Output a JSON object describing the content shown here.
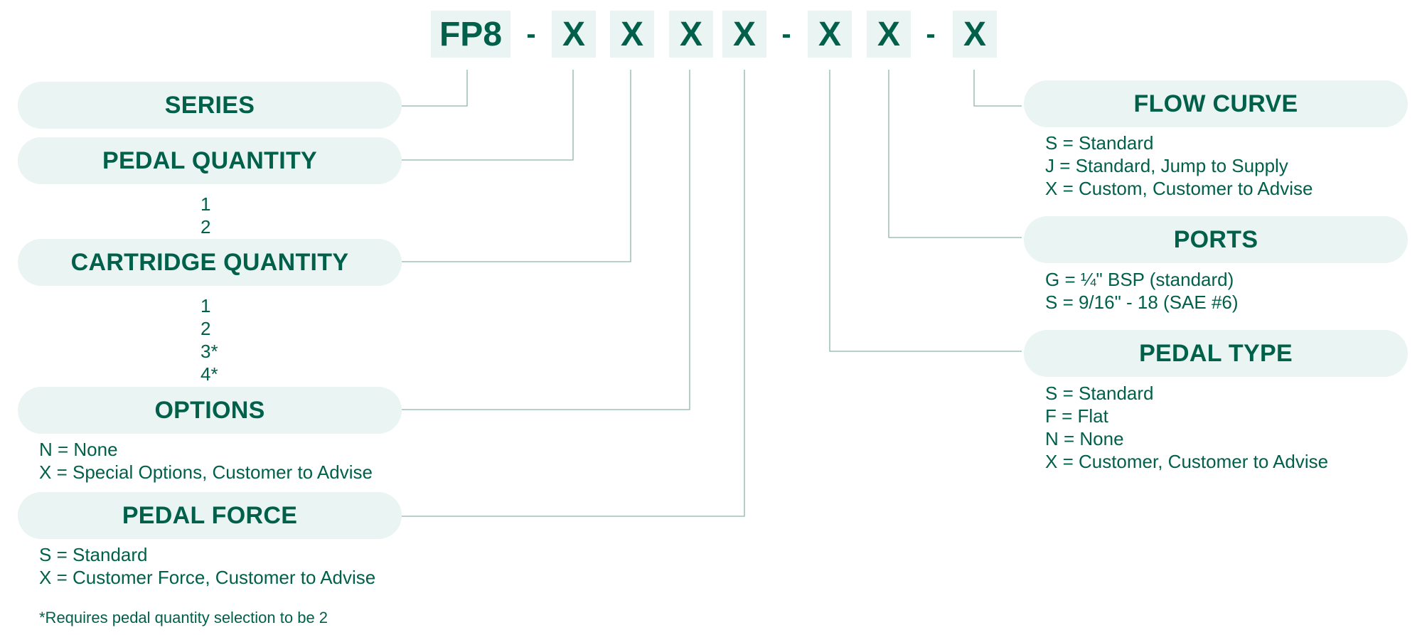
{
  "part_code": {
    "series": "FP8",
    "placeholder": "X",
    "separator": "-"
  },
  "sections": {
    "series": {
      "title": "SERIES"
    },
    "pedal_quantity": {
      "title": "PEDAL QUANTITY",
      "options": [
        "1",
        "2"
      ]
    },
    "cartridge_quantity": {
      "title": "CARTRIDGE QUANTITY",
      "options": [
        "1",
        "2",
        "3*",
        "4*"
      ]
    },
    "options": {
      "title": "OPTIONS",
      "options": [
        "N = None",
        "X = Special Options, Customer to Advise"
      ]
    },
    "pedal_force": {
      "title": "PEDAL FORCE",
      "options": [
        "S = Standard",
        "X = Customer Force, Customer to Advise"
      ]
    },
    "flow_curve": {
      "title": "FLOW CURVE",
      "options": [
        "S = Standard",
        "J = Standard, Jump to Supply",
        "X = Custom, Customer to Advise"
      ]
    },
    "ports": {
      "title": "PORTS",
      "options": [
        "G = ¼\" BSP (standard)",
        "S  = 9/16\" - 18 (SAE #6)"
      ]
    },
    "pedal_type": {
      "title": "PEDAL TYPE",
      "options": [
        "S = Standard",
        "F = Flat",
        "N = None",
        "X = Customer, Customer to Advise"
      ]
    }
  },
  "footnote": "*Requires pedal quantity selection to be 2",
  "colors": {
    "text": "#00604a",
    "box_fill": "#e9f4f3",
    "connector": "#8fb3ab"
  }
}
